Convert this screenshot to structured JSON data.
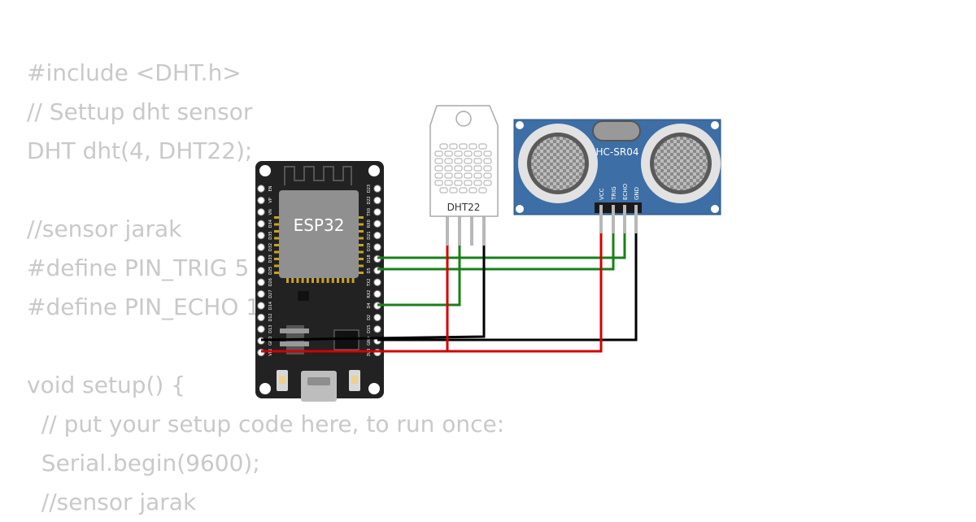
{
  "code_lines": [
    "#include <DHT.h>",
    "// Settup dht sensor",
    "DHT dht(4, DHT22);",
    "",
    "//sensor jarak",
    "#define PIN_TRIG 5",
    "#define PIN_ECHO 18",
    "",
    "void setup() {",
    "  // put your setup code here, to run once:",
    "  Serial.begin(9600);",
    "  //sensor jarak"
  ],
  "esp32": {
    "label": "ESP32",
    "left_pins": [
      "EN",
      "VP",
      "VN",
      "D34",
      "D35",
      "D32",
      "D33",
      "D25",
      "D26",
      "D27",
      "D14",
      "D12",
      "D13",
      "GND",
      "VIN"
    ],
    "right_pins": [
      "D23",
      "D22",
      "TX0",
      "RX0",
      "D21",
      "D19",
      "D18",
      "D5",
      "TX2",
      "RX2",
      "D4",
      "D2",
      "D15",
      "GND",
      "3V3"
    ]
  },
  "dht22": {
    "label": "DHT22"
  },
  "hcsr04": {
    "label": "HC-SR04",
    "pins": [
      "VCC",
      "TRIG",
      "ECHO",
      "GND"
    ]
  },
  "wire_colors": {
    "signal": "#1a7f1a",
    "power": "#d40000",
    "ground": "#000000"
  }
}
